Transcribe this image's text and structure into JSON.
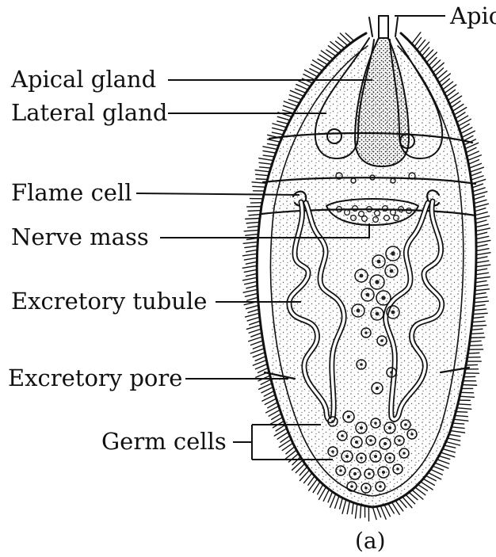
{
  "labels": {
    "apical_papilla": "Apic",
    "apical_gland": "Apical gland",
    "lateral_gland": "Lateral gland",
    "flame_cell": "Flame cell",
    "nerve_mass": "Nerve mass",
    "excretory_tubule": "Excretory tubule",
    "excretory_pore": "Excretory pore",
    "germ_cells": "Germ cells"
  },
  "caption": "(a)"
}
